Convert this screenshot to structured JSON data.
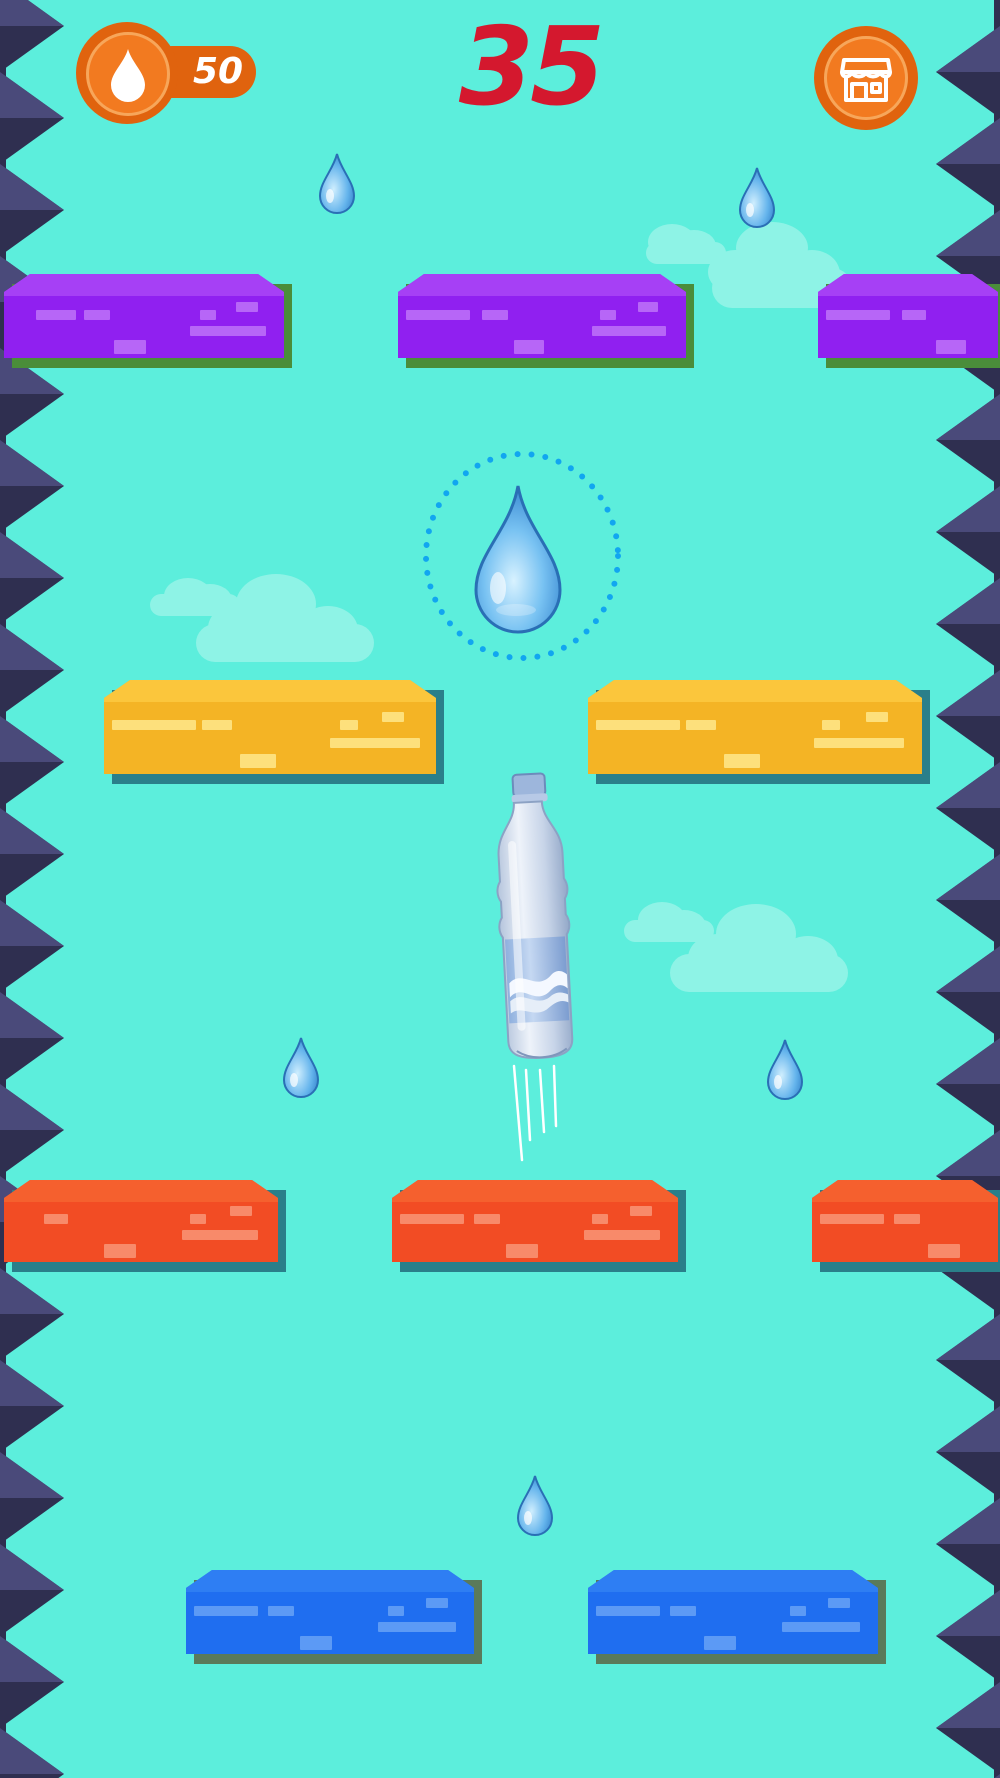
{
  "hud": {
    "drop_count": "50",
    "drop_icon": "water-drop-icon",
    "score": "35",
    "shop_icon": "store-icon"
  },
  "colors": {
    "background": "#5ceedc",
    "spike_dark": "#2f2f50",
    "spike_light": "#4a4a7a",
    "purple": "#9020f0",
    "yellow": "#fbc133",
    "red": "#f24c24",
    "blue": "#1f6ef0",
    "hud_orange": "#e0630e",
    "score_red": "#d4182e"
  },
  "scene": {
    "platform_rows": [
      "purple",
      "yellow",
      "red",
      "blue"
    ],
    "collectible": "water-drop",
    "player": "water-bottle"
  }
}
